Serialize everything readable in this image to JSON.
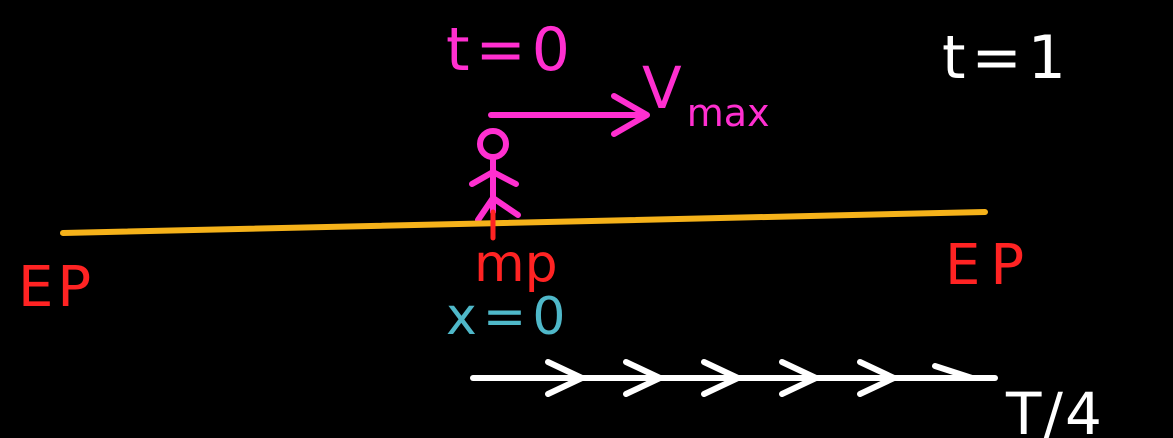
{
  "labels": {
    "t_start": "t=0",
    "t_end": "t=1",
    "velocity_main": "V",
    "velocity_sub": "max",
    "equilibrium_left": "EP",
    "equilibrium_right": "EP",
    "mean_position": "mp",
    "displacement": "x=0",
    "time_interval": "T/4"
  },
  "colors": {
    "background": "#000000",
    "magenta": "#ff2fd0",
    "line": "#f5b21a",
    "red": "#ff2323",
    "teal": "#4fb8c9",
    "white": "#ffffff"
  },
  "icons": {
    "stick_figure": "person-icon",
    "velocity_arrow": "arrow-right-icon"
  }
}
